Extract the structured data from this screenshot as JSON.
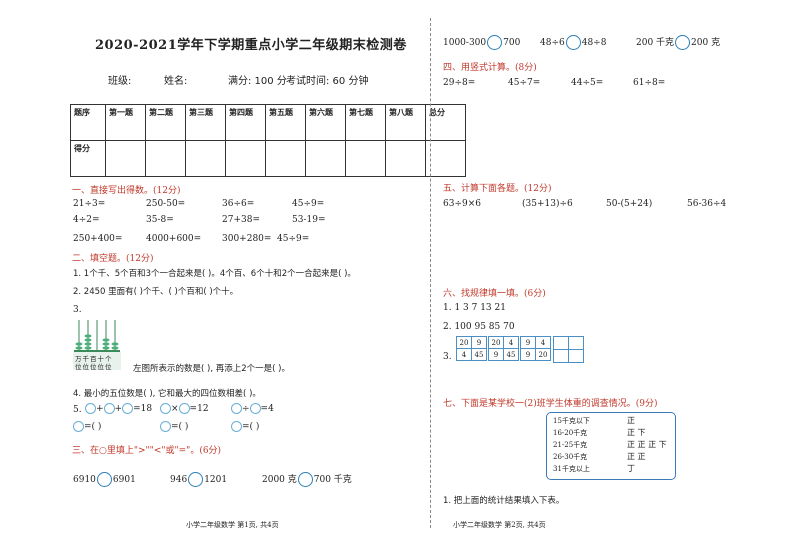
{
  "title": "2020-2021学年下学期重点小学二年级期末检测卷",
  "info": {
    "class_label": "班级:",
    "name_label": "姓名:",
    "full_score": "满分: 100 分",
    "exam_time": "考试时间: 60 分钟"
  },
  "score_table": {
    "header": [
      "题序",
      "第一题",
      "第二题",
      "第三题",
      "第四题",
      "第五题",
      "第六题",
      "第七题",
      "第八题",
      "总分"
    ],
    "row_label": "得分"
  },
  "section1": {
    "heading": "一、直接写出得数。(12分)",
    "rows": [
      [
        "21÷3=",
        "250-50=",
        "36÷6=",
        "45÷9="
      ],
      [
        "4÷2=",
        "35-8=",
        "27+38=",
        "53-19="
      ],
      [
        "250+400=",
        "4000+600=",
        "300+280=",
        "45÷9="
      ]
    ]
  },
  "section2": {
    "heading": "二、填空题。(12分)",
    "q1": "1. 1个千、5个百和3个一合起来是(        )。4个百、6个十和2个一合起来是(        )。",
    "q2": "2. 2450 里面有(     )个千、(     )个百和(     )个十。",
    "q3_num": "3.",
    "abacus_labels": "万千百十个",
    "abacus_labels2": "位位位位位",
    "q3_text": "左图所表示的数是(        ), 再添上2个一是(        )。",
    "q4": "4. 最小的五位数是(        ), 它和最大的四位数相差(        )。",
    "q5_prefix": "5.",
    "q5_a": "=18",
    "q5_b": "=12",
    "q5_c": "=4",
    "q5_d": "=(        )",
    "q5_e": "=(        )",
    "q5_f": "=(        )"
  },
  "section3": {
    "heading": "三、在○里填上\">\"\"<\"或\"=\"。(6分)",
    "row1": [
      {
        "left": "6910",
        "right": "6901"
      },
      {
        "left": "946",
        "right": "1201"
      },
      {
        "left": "2000 克",
        "right": "700 千克"
      }
    ],
    "row2": [
      {
        "left": "1000-300",
        "right": "700"
      },
      {
        "left": "48÷6",
        "right": "48÷8"
      },
      {
        "left": "200 千克",
        "right": "200 克"
      }
    ]
  },
  "section4": {
    "heading": "四、用竖式计算。(8分)",
    "items": [
      "29÷8=",
      "45÷7=",
      "44÷5=",
      "61÷8="
    ]
  },
  "section5": {
    "heading": "五、计算下面各题。(12分)",
    "items": [
      "63÷9×6",
      "(35+13)÷6",
      "50-(5+24)",
      "56-36÷4"
    ]
  },
  "section6": {
    "heading": "六、找规律填一填。(6分)",
    "q1": "1.  1    3    7    13    21",
    "q2": "2.  100    95    85    70",
    "q3_num": "3.",
    "grid1": [
      [
        "20",
        "9"
      ],
      [
        "4",
        "45"
      ]
    ],
    "grid2": [
      [
        "20",
        "4"
      ],
      [
        "9",
        "45"
      ]
    ],
    "grid3": [
      [
        "9",
        "4"
      ],
      [
        "9",
        "20"
      ]
    ],
    "grid4": [
      [
        "",
        ""
      ],
      [
        "",
        ""
      ]
    ]
  },
  "section7": {
    "heading": "七、下面是某学校一(2)班学生体重的调查情况。(9分)",
    "tally_rows": [
      {
        "range": "15千克以下",
        "mark": "正"
      },
      {
        "range": "16-20千克",
        "mark": "正  下"
      },
      {
        "range": "21-25千克",
        "mark": "正  正  正  下"
      },
      {
        "range": "26-30千克",
        "mark": "正  正"
      },
      {
        "range": "31千克以上",
        "mark": "丁"
      }
    ],
    "q1": "1. 把上面的统计结果填入下表。"
  },
  "footer": {
    "left": "小学二年级数学    第1页, 共4页",
    "right": "小学二年级数学  第2页, 共4页"
  }
}
